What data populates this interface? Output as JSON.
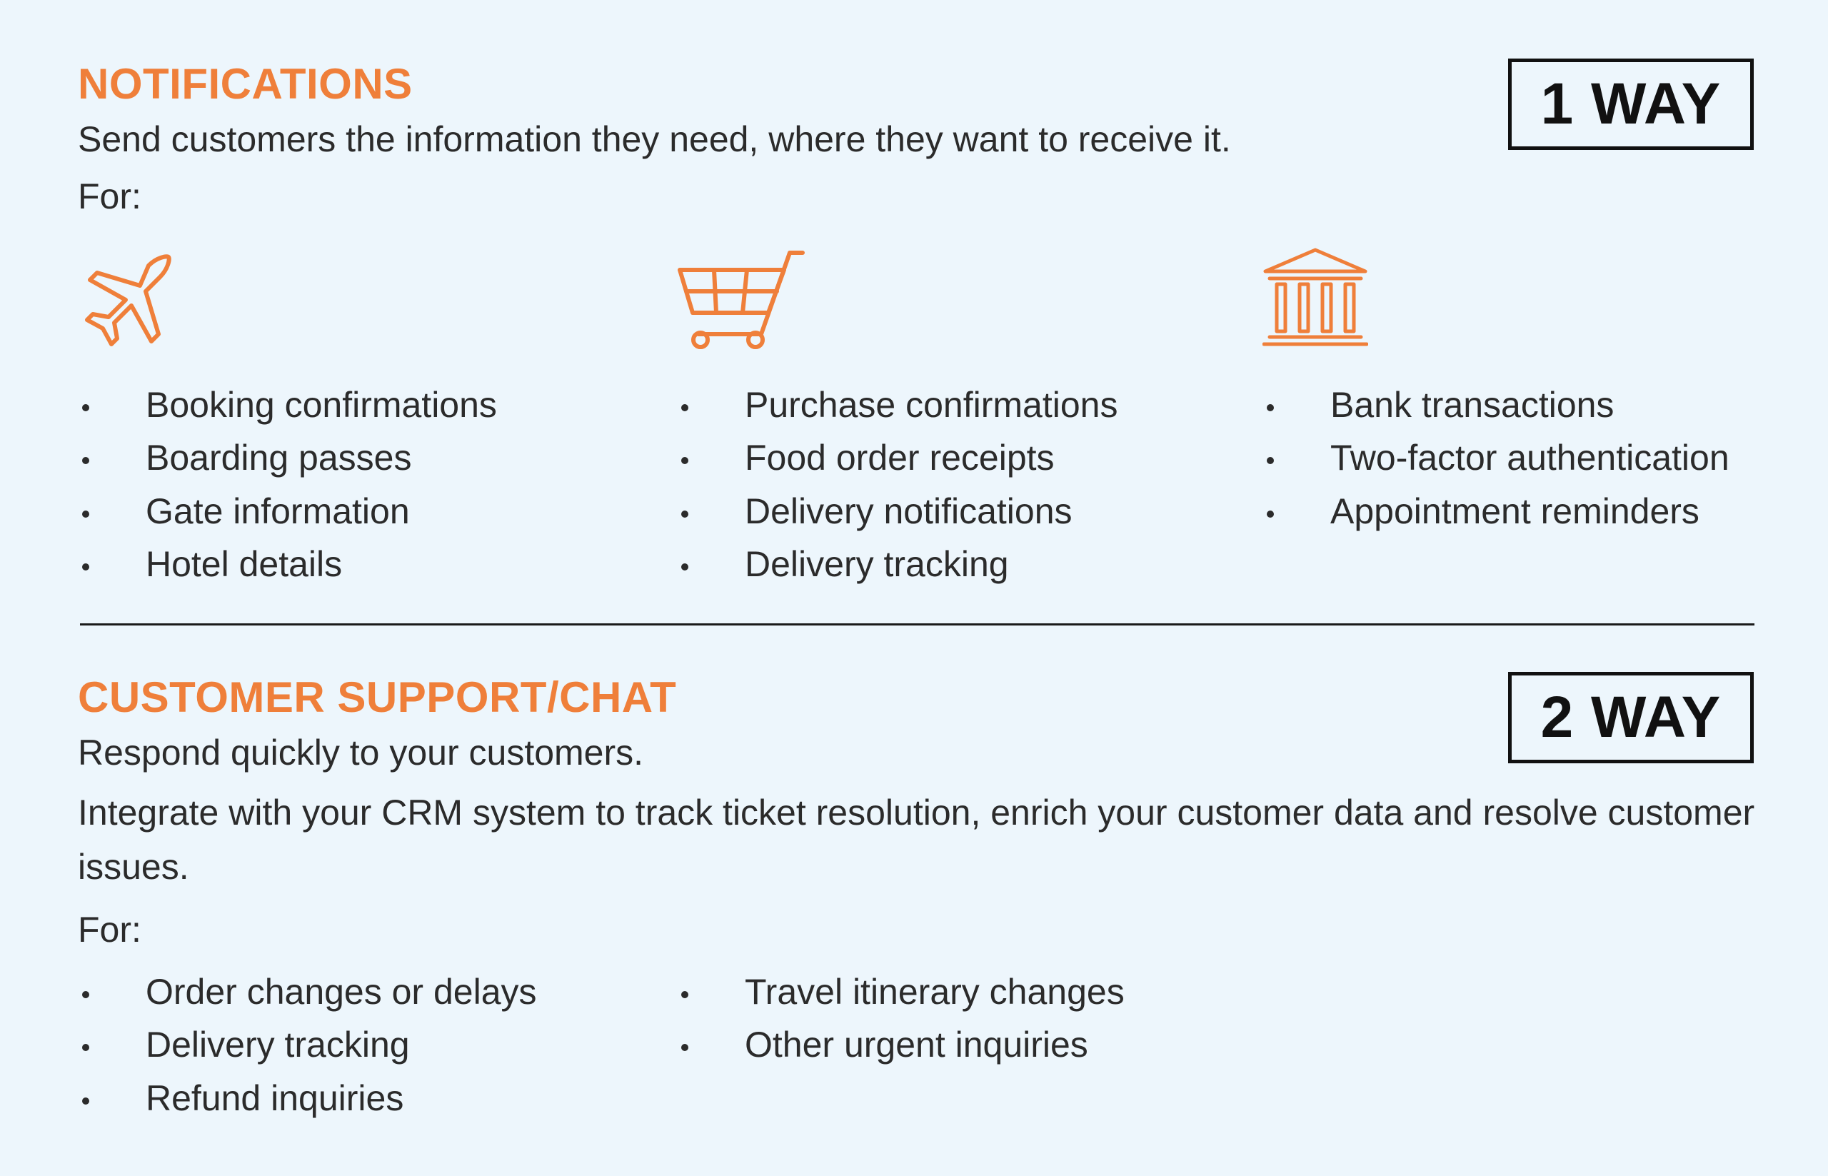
{
  "notifications": {
    "title": "NOTIFICATIONS",
    "badge": "1 WAY",
    "description": "Send customers the information they need, where they want to receive it.",
    "for_label": "For:",
    "columns": [
      {
        "icon": "airplane-icon",
        "items": [
          "Booking confirmations",
          "Boarding passes",
          "Gate information",
          "Hotel details"
        ]
      },
      {
        "icon": "shopping-cart-icon",
        "items": [
          "Purchase confirmations",
          "Food order receipts",
          "Delivery notifications",
          "Delivery tracking"
        ]
      },
      {
        "icon": "bank-icon",
        "items": [
          "Bank transactions",
          "Two-factor authentication",
          "Appointment reminders"
        ]
      }
    ]
  },
  "support": {
    "title": "CUSTOMER SUPPORT/CHAT",
    "badge": "2 WAY",
    "description": "Respond quickly to your customers.",
    "detail": "Integrate with your CRM system to track ticket resolution, enrich your customer data and resolve customer issues.",
    "for_label": "For:",
    "columns": [
      {
        "items": [
          "Order changes or delays",
          "Delivery tracking",
          "Refund inquiries"
        ]
      },
      {
        "items": [
          "Travel itinerary changes",
          "Other urgent inquiries"
        ]
      }
    ]
  },
  "colors": {
    "accent": "#ef7f3a",
    "background": "#edf6fc",
    "text": "#2b2b2b",
    "badge_border": "#111111"
  }
}
